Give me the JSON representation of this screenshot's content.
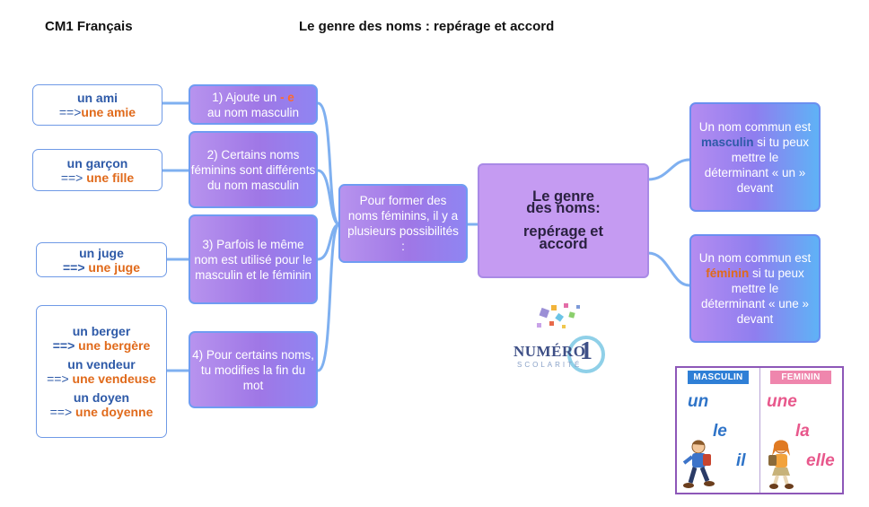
{
  "header": {
    "subject": "CM1 Français",
    "title": "Le genre des noms : repérage et accord"
  },
  "center": {
    "lines": [
      "Le genre",
      "des noms:",
      "repérage et",
      "accord"
    ]
  },
  "intro": {
    "text": "Pour former des noms féminins, il y a plusieurs possibilités :"
  },
  "rules": [
    {
      "text": "1) Ajoute un",
      "highlight": " - e",
      "text2": "au nom masculin"
    },
    {
      "text": "2) Certains noms féminins sont différents du nom masculin"
    },
    {
      "text": "3) Parfois le même nom est utilisé pour le masculin et le féminin"
    },
    {
      "text": "4) Pour certains noms, tu modifies la fin du mot"
    }
  ],
  "examples": [
    {
      "masc": "un ami",
      "arrow": "==>",
      "fem": "une amie"
    },
    {
      "masc": "un garçon",
      "arrow": "==>",
      "fem": "une fille"
    },
    {
      "masc": "un juge",
      "arrow": "==>",
      "fem": "une juge"
    },
    {
      "items": [
        {
          "masc": "un berger",
          "arrow": "==>",
          "fem": "une bergère"
        },
        {
          "masc": "un vendeur",
          "arrow": "==>",
          "fem": "une vendeuse"
        },
        {
          "masc": "un doyen",
          "arrow": "==>",
          "fem": "une doyenne"
        }
      ]
    }
  ],
  "definitions": {
    "masc": {
      "pre": "Un nom commun est",
      "word": "masculin",
      "post": "si tu peux mettre le déterminant « un » devant"
    },
    "fem": {
      "pre": "Un nom commun est",
      "word": "féminin",
      "post": "si tu peux mettre le déterminant « une » devant"
    }
  },
  "logo": {
    "main": "NUMÉRO",
    "num": "1",
    "sub": "SCOLARITÉ"
  },
  "card": {
    "masc_tag": "MASCULIN",
    "fem_tag": "FEMININ",
    "masc_words": [
      "un",
      "le",
      "il"
    ],
    "fem_words": [
      "une",
      "la",
      "elle"
    ]
  },
  "colors": {
    "blue": "#2e5aa8",
    "orange": "#e06a1b",
    "purple": "#9f77e6",
    "pink": "#e8588c"
  }
}
